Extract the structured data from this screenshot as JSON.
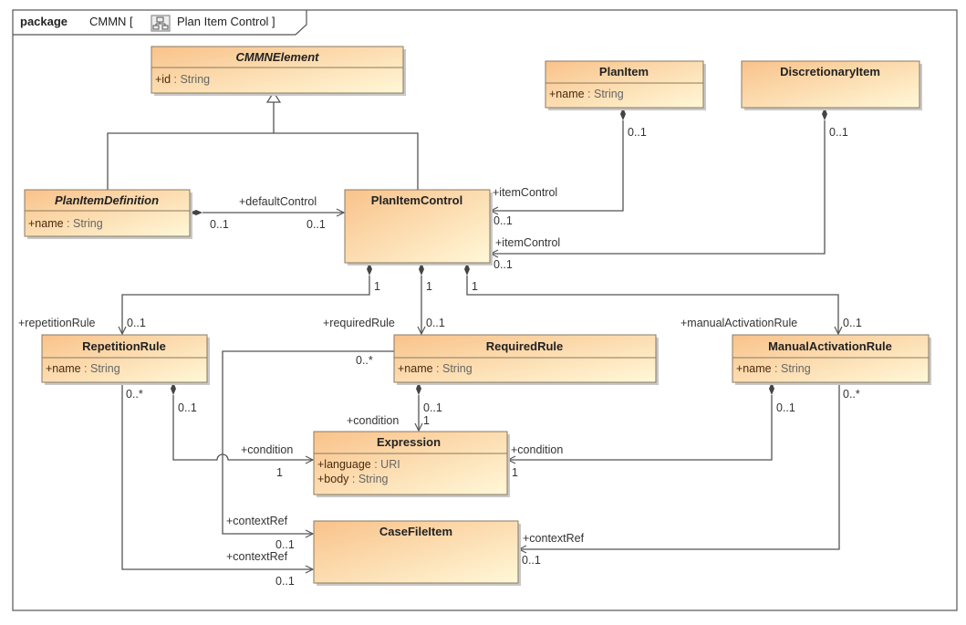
{
  "frame": {
    "keyword": "package",
    "name": "CMMN [",
    "diagram_icon": "class-diagram-icon",
    "diagram_name": "Plan Item Control ]"
  },
  "colors": {
    "box_left": "#f9c28a",
    "box_right": "#fff8d8",
    "line": "#555555"
  },
  "classes": {
    "cmmnElement": {
      "name": "CMMNElement",
      "abstract": true,
      "attrs": [
        {
          "vis": "+id",
          "type": " : String"
        }
      ]
    },
    "planItemDefinition": {
      "name": "PlanItemDefinition",
      "abstract": true,
      "attrs": [
        {
          "vis": "+name",
          "type": " : String"
        }
      ]
    },
    "planItemControl": {
      "name": "PlanItemControl"
    },
    "planItem": {
      "name": "PlanItem",
      "attrs": [
        {
          "vis": "+name",
          "type": " : String"
        }
      ]
    },
    "discretionaryItem": {
      "name": "DiscretionaryItem"
    },
    "repetitionRule": {
      "name": "RepetitionRule",
      "attrs": [
        {
          "vis": "+name",
          "type": " : String"
        }
      ]
    },
    "requiredRule": {
      "name": "RequiredRule",
      "attrs": [
        {
          "vis": "+name",
          "type": " : String"
        }
      ]
    },
    "manualActivationRule": {
      "name": "ManualActivationRule",
      "attrs": [
        {
          "vis": "+name",
          "type": " : String"
        }
      ]
    },
    "expression": {
      "name": "Expression",
      "attrs": [
        {
          "vis": "+language",
          "type": " : URI"
        },
        {
          "vis": "+body",
          "type": " : String"
        }
      ]
    },
    "caseFileItem": {
      "name": "CaseFileItem"
    }
  },
  "associations": {
    "defaultControl": {
      "role": "+defaultControl",
      "src_mult": "0..1",
      "dst_mult": "0..1"
    },
    "planItemControl": {
      "role": "+itemControl",
      "src_mult": "0..1",
      "dst_mult": "0..1"
    },
    "discretionaryControl": {
      "role": "+itemControl",
      "src_mult": "0..1",
      "dst_mult": "0..1"
    },
    "repetitionRule": {
      "role": "+repetitionRule",
      "src_mult": "1",
      "dst_mult": "0..1"
    },
    "requiredRule": {
      "role": "+requiredRule",
      "src_mult": "1",
      "dst_mult": "0..1"
    },
    "manualActivationRule": {
      "role": "+manualActivationRule",
      "src_mult": "1",
      "dst_mult": "0..1"
    },
    "repCondition": {
      "role": "+condition",
      "src_mult": "0..1",
      "dst_mult": "1"
    },
    "reqCondition": {
      "role": "+condition",
      "src_mult": "0..1",
      "dst_mult": "1"
    },
    "manCondition": {
      "role": "+condition",
      "src_mult": "0..1",
      "dst_mult": "1"
    },
    "repContext": {
      "role": "+contextRef",
      "src_mult": "0..*",
      "dst_mult": "0..1"
    },
    "reqContext": {
      "role": "+contextRef",
      "src_mult": "0..*",
      "dst_mult": "0..1"
    },
    "manContext": {
      "role": "+contextRef",
      "src_mult": "0..*",
      "dst_mult": "0..1"
    }
  }
}
